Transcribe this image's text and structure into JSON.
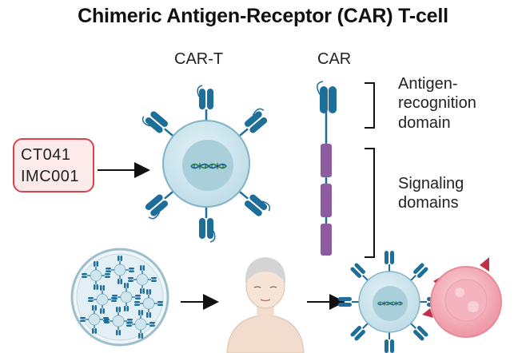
{
  "title": "Chimeric Antigen-Receptor (CAR) T-cell",
  "labels": {
    "car_t": "CAR-T",
    "car": "CAR",
    "antigen_recognition_domain": [
      "Antigen-",
      "recognition",
      "domain"
    ],
    "signaling_domains": [
      "Signaling",
      "domains"
    ]
  },
  "products": [
    "CT041",
    "IMC001"
  ],
  "colors": {
    "receptor_blue": "#1e6e9a",
    "signaling_purple": "#8e5aa0",
    "cell_fill": "#cfe6ee",
    "nucleus_fill": "#a9cfdb",
    "callout_border": "#d9434a",
    "callout_fill": "#fdeaea",
    "tumor_pink": "#f2a7b3",
    "arrow": "#111111"
  },
  "icons": [
    "dna-icon",
    "petri-dish-icon",
    "patient-icon",
    "tumor-cell-icon",
    "arrow-icon"
  ]
}
